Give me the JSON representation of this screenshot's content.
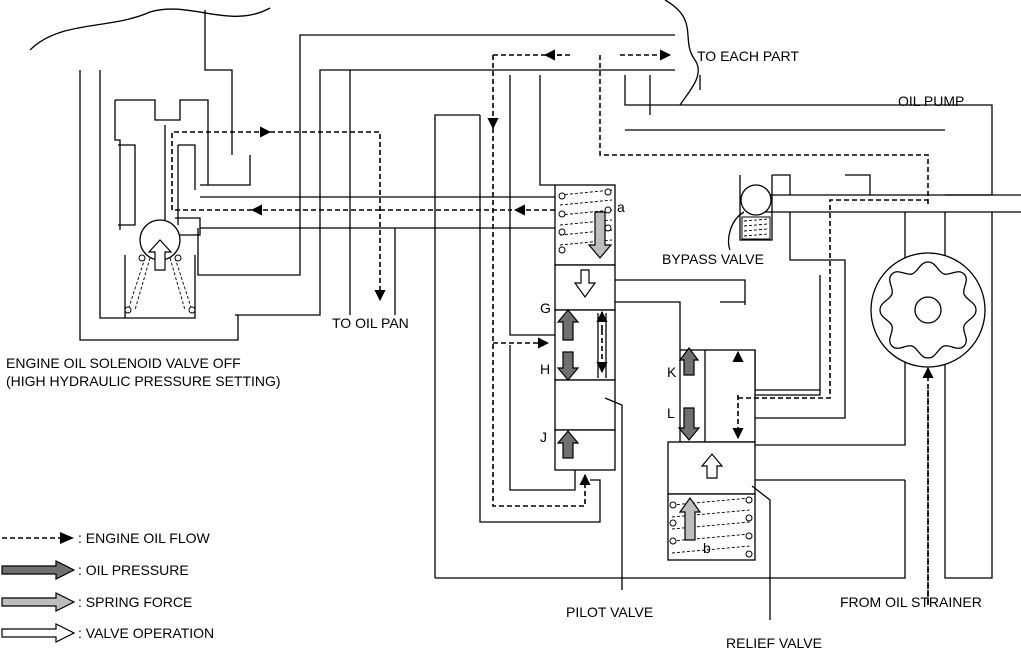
{
  "labels": {
    "to_each_part": "TO EACH PART",
    "oil_pump": "OIL PUMP",
    "bypass_valve": "BYPASS VALVE",
    "to_oil_pan": "TO OIL PAN",
    "solenoid_line1": "ENGINE OIL SOLENOID VALVE OFF",
    "solenoid_line2": "(HIGH HYDRAULIC PRESSURE SETTING)",
    "pilot_valve": "PILOT VALVE",
    "relief_valve": "RELIEF VALVE",
    "from_oil_strainer": "FROM OIL STRAINER",
    "chamber_g": "G",
    "chamber_h": "H",
    "chamber_j": "J",
    "chamber_k": "K",
    "chamber_l": "L",
    "spring_a": "a",
    "spring_b": "b"
  },
  "legend": [
    {
      "key": "flow",
      "text": ": ENGINE OIL FLOW"
    },
    {
      "key": "pressure",
      "text": ": OIL PRESSURE"
    },
    {
      "key": "spring",
      "text": ": SPRING FORCE"
    },
    {
      "key": "valve",
      "text": ": VALVE OPERATION"
    }
  ],
  "colors": {
    "oil_pressure_arrow": "#707070",
    "spring_force_arrow": "#bdbdbd",
    "valve_operation_arrow": "#ffffff",
    "line": "#000000"
  }
}
